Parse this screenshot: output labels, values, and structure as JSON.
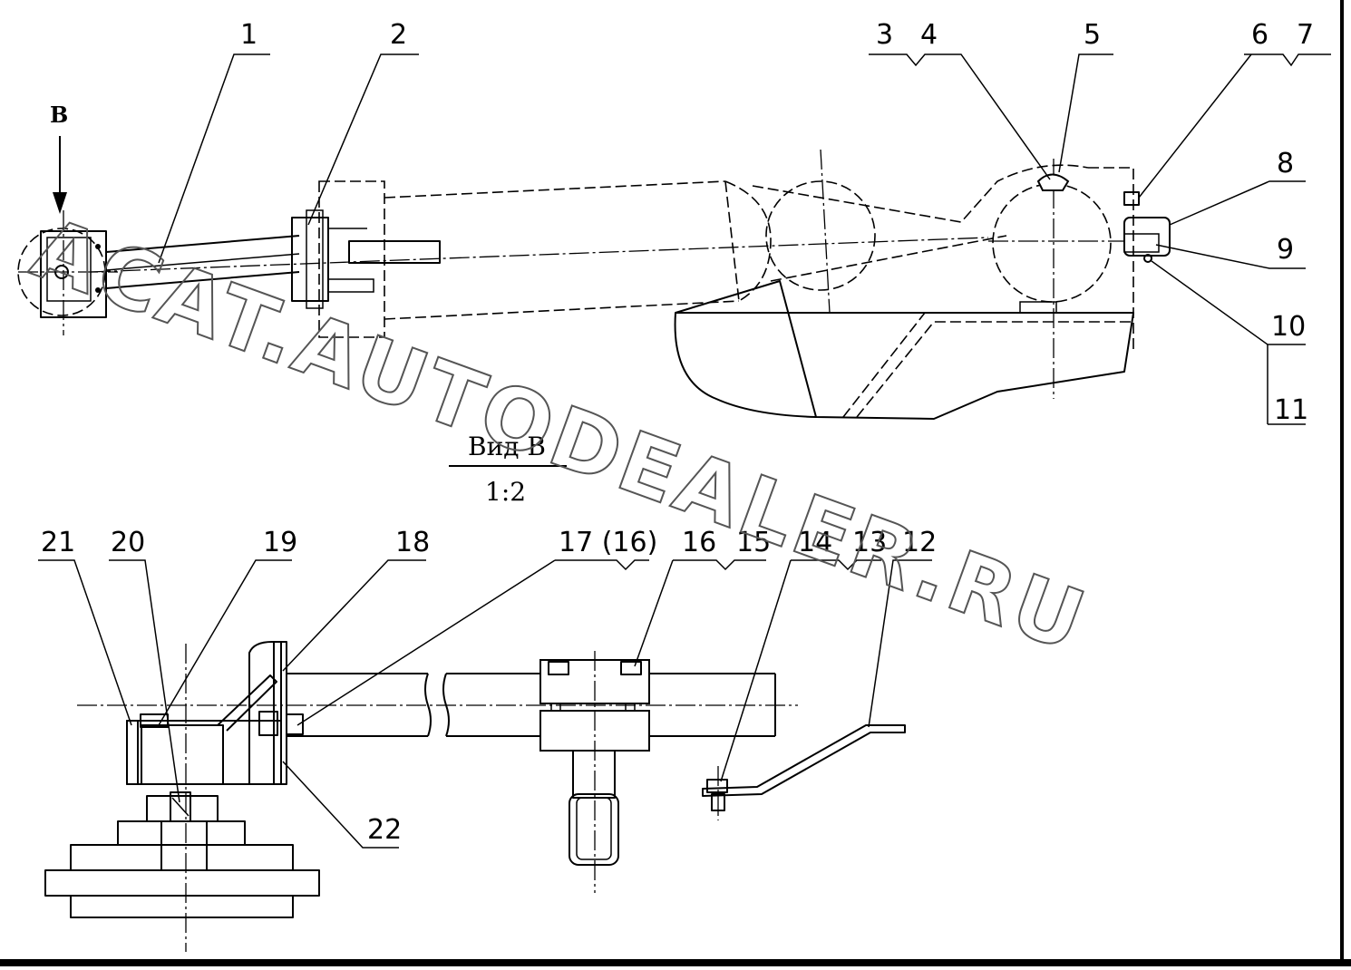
{
  "view_marker": "B",
  "section": {
    "title": "Вид В",
    "scale": "1:2"
  },
  "callouts": {
    "n1": "1",
    "n2": "2",
    "n3": "3",
    "n4": "4",
    "n5": "5",
    "n6": "6",
    "n7": "7",
    "n8": "8",
    "n9": "9",
    "n10": "10",
    "n11": "11",
    "n12": "12",
    "n13": "13",
    "n14": "14",
    "n15": "15",
    "n16": "16",
    "n17": "17 (16)",
    "n18": "18",
    "n19": "19",
    "n20": "20",
    "n21": "21",
    "n22": "22"
  },
  "watermark": "ACAT.AUTODEALER.RU",
  "colors": {
    "line": "#000000",
    "background": "#ffffff",
    "border": "#000000"
  }
}
